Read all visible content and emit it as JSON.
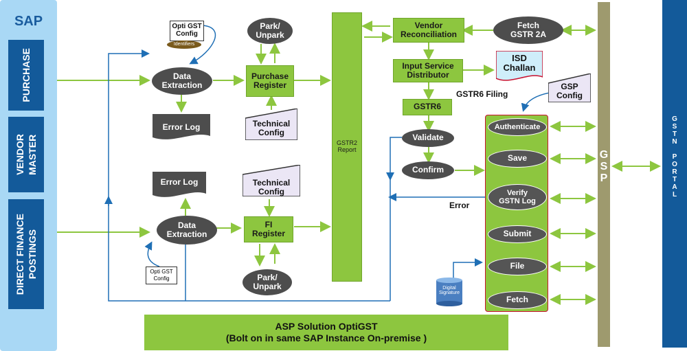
{
  "sap": {
    "title": "SAP",
    "purchase": "PURCHASE",
    "vendor_master": "VENDOR\nMASTER",
    "direct_finance": "DIRECT FINANCE\nPOSTINGS"
  },
  "top_flow": {
    "opti_gst_config": "Opti GST\nConfig",
    "identifiers": "Identifiers",
    "data_extraction": "Data\nExtraction",
    "error_log": "Error Log",
    "park_unpark": "Park/\nUnpark",
    "purchase_register": "Purchase\nRegister",
    "technical_config": "Technical\nConfig"
  },
  "bottom_flow": {
    "error_log": "Error Log",
    "data_extraction": "Data\nExtraction",
    "opti_gst_config": "Opti GST\nConfig",
    "technical_config": "Technical\nConfig",
    "fi_register": "FI\nRegister",
    "park_unpark": "Park/\nUnpark"
  },
  "gstr2_report": "GSTR2\nReport",
  "middle": {
    "vendor_reconciliation": "Vendor\nReconciliation",
    "fetch_gstr2a": "Fetch\nGSTR 2A",
    "input_service_distributor": "Input Service\nDistributor",
    "isd_challan": "ISD\nChallan",
    "gstr6": "GSTR6",
    "gstr6_filing": "GSTR6 Filing",
    "gsp_config": "GSP\nConfig",
    "validate": "Validate",
    "confirm": "Confirm",
    "error": "Error",
    "digital_signature": "Digital\nSignature"
  },
  "filing_steps": [
    "Authenticate",
    "Save",
    "Verify\nGSTN Log",
    "Submit",
    "File",
    "Fetch"
  ],
  "gsp": "G\nS\nP",
  "gstn_portal": "G\nS\nT\nN\n \nP\nO\nR\nT\nA\nL",
  "footer": {
    "line1": "ASP Solution OptiGST",
    "line2": "(Bolt on in same SAP Instance On-premise )"
  },
  "colors": {
    "green": "#8dc63f",
    "dark_blue": "#135a9a",
    "light_blue": "#a9d8f5",
    "gsp_olive": "#9e9a6e",
    "oval_gray": "#4d4d4d",
    "arrow_blue": "#1f6fb5"
  }
}
